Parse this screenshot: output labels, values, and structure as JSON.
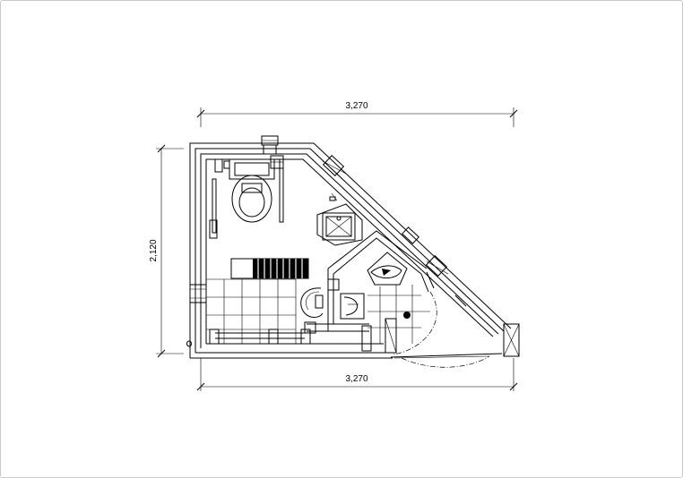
{
  "plan": {
    "dimensions": {
      "top_width": "3,270",
      "bottom_width": "3,270",
      "left_height": "2,120"
    },
    "colors": {
      "line": "#000000",
      "background": "#ffffff",
      "frame_border": "#c8c8c8"
    },
    "icons": [
      "toilet-icon",
      "sink-icon",
      "urinal-icon",
      "grab-bar-icon",
      "door-swing-icon",
      "floor-drain-icon",
      "column-icon"
    ]
  }
}
